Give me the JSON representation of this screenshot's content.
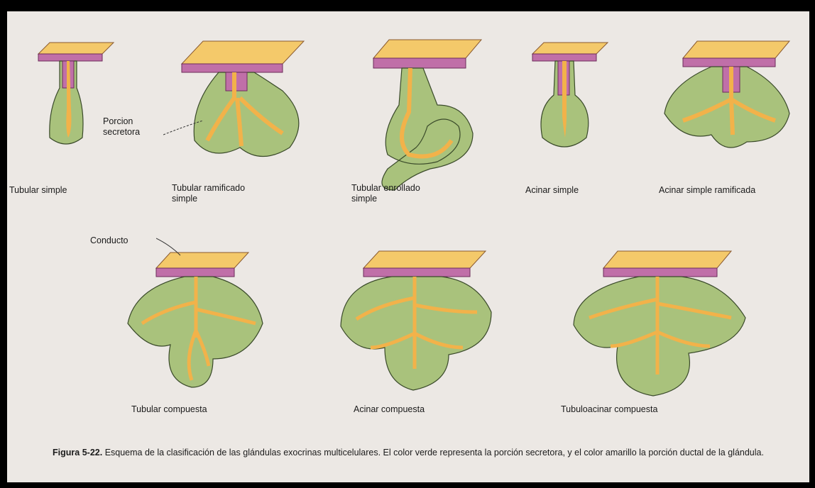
{
  "figure": {
    "top_row": [
      {
        "label": "Tubular simple"
      },
      {
        "label": "Tubular ramificado\nsimple"
      },
      {
        "label": "Tubular enrollado\nsimple"
      },
      {
        "label": "Acinar simple"
      },
      {
        "label": "Acinar simple ramificada"
      }
    ],
    "bottom_row": [
      {
        "label": "Tubular compuesta"
      },
      {
        "label": "Acinar compuesta"
      },
      {
        "label": "Tubuloacinar compuesta"
      }
    ],
    "annotations": {
      "secretory": "Porcion\nsecretora",
      "duct": "Conducto"
    },
    "caption": {
      "prefix": "Figura 5-22.",
      "text": "Esquema de la clasificación de las glándulas exocrinas multicelulares. El color verde representa la porción secretora, y el color amarillo la porción ductal de la glándula."
    },
    "colors": {
      "secretory_green": "#a9c27c",
      "ductal_yellow": "#f2b24a",
      "cell_magenta": "#c06fa8",
      "epithelium_top": "#f4c96a"
    }
  }
}
